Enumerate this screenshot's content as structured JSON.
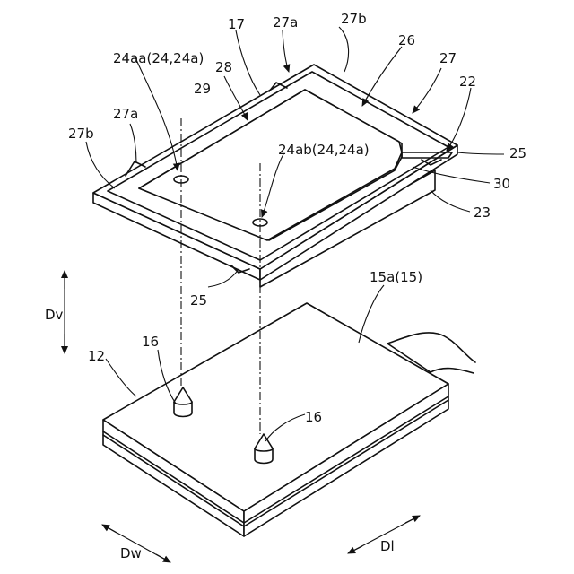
{
  "figure": {
    "labels": {
      "l17": "17",
      "l27a_top": "27a",
      "l27b_top": "27b",
      "l26": "26",
      "l27": "27",
      "l24aa": "24aa(24,24a)",
      "l28": "28",
      "l29": "29",
      "l22": "22",
      "l27a_left": "27a",
      "l27b_left": "27b",
      "l24ab": "24ab(24,24a)",
      "l25_right": "25",
      "l30": "30",
      "l23": "23",
      "l25_bottom": "25",
      "l15a": "15a(15)",
      "lDv": "Dv",
      "l12": "12",
      "l16_left": "16",
      "l16_right": "16",
      "lDw": "Dw",
      "lDl": "Dl"
    }
  }
}
